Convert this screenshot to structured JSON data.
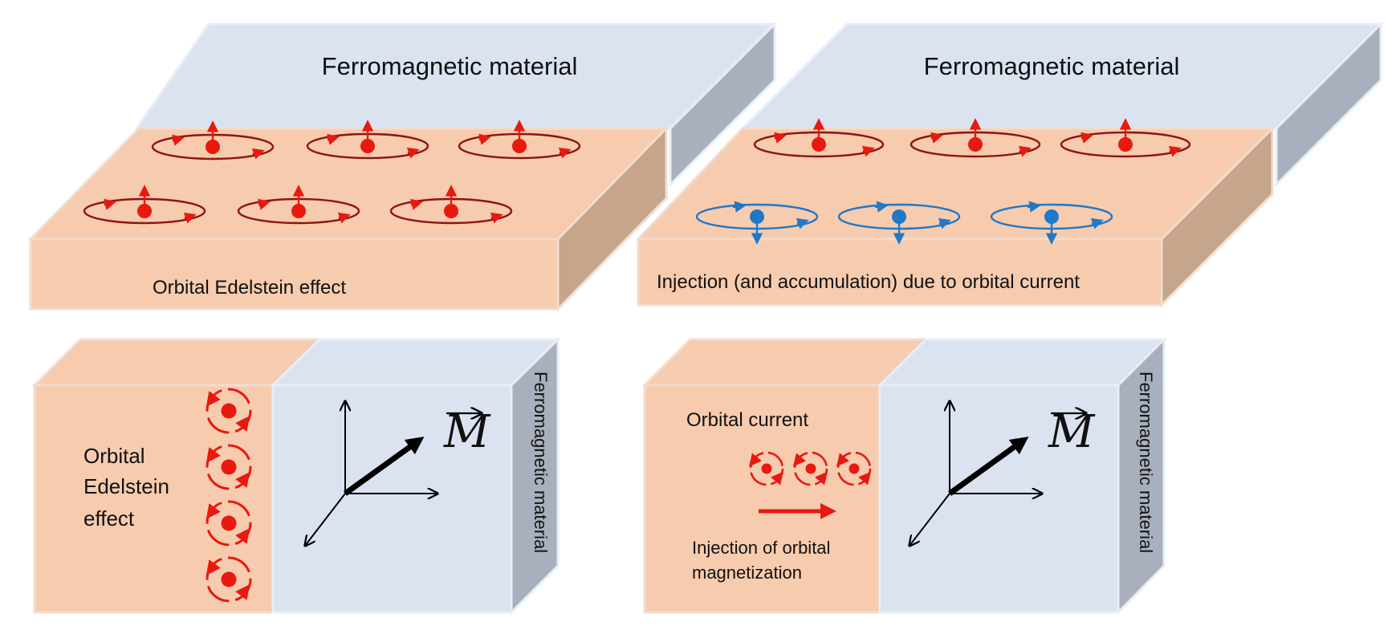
{
  "panels": {
    "top_left": {
      "top_label": "Ferromagnetic material",
      "bottom_label": "Orbital Edelstein effect"
    },
    "top_right": {
      "top_label": "Ferromagnetic material",
      "bottom_label": "Injection (and accumulation) due to orbital current"
    },
    "bottom_left": {
      "left_label_lines": [
        "Orbital",
        "Edelstein",
        "effect"
      ],
      "vector_label": "M",
      "side_label": "Ferromagnetic material"
    },
    "bottom_right": {
      "current_label": "Orbital current",
      "injection_label_lines": [
        "Injection of orbital",
        "magnetization"
      ],
      "vector_label": "M",
      "side_label": "Ferromagnetic material"
    }
  },
  "colors": {
    "ferromagnet_face": "#dbe3f1",
    "ferromagnet_side": "#a9b0bd",
    "layer_face": "#f7cbae",
    "layer_side": "#c6a58d",
    "edge": "#f5dccb",
    "orbital_up": "#e8190f",
    "orbital_ring": "#8e1414",
    "orbital_down": "#1f78c8",
    "arrow": "#e8190f"
  }
}
